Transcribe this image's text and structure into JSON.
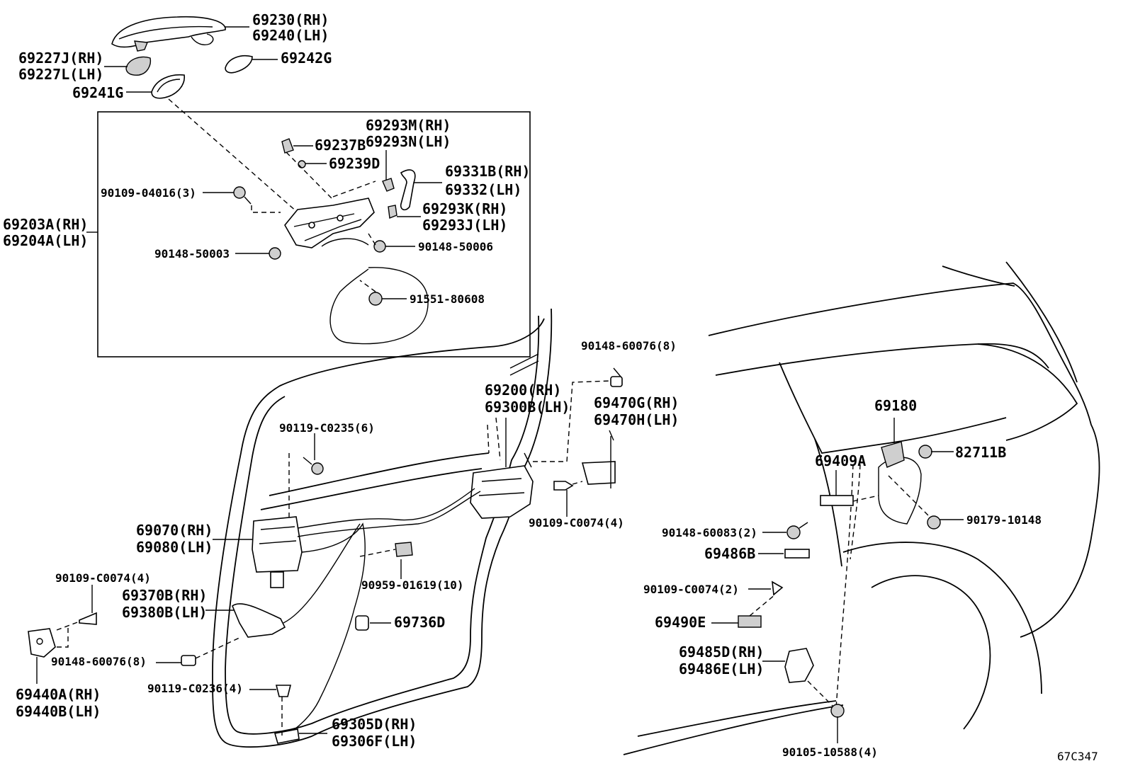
{
  "diagram_id": "67C347",
  "labels": {
    "handle_outer": [
      "69230(RH)",
      "69240(LH)"
    ],
    "handle_cap": [
      "69227J(RH)",
      "69227L(LH)"
    ],
    "p69242g": "69242G",
    "p69241g": "69241G",
    "frame_assy": [
      "69203A(RH)",
      "69204A(LH)"
    ],
    "p69237b": "69237B",
    "p69239d": "69239D",
    "p69293mn": [
      "69293M(RH)",
      "69293N(LH)"
    ],
    "p69331b": [
      "69331B(RH)",
      "69332(LH)"
    ],
    "p69293kj": [
      "69293K(RH)",
      "69293J(LH)"
    ],
    "bolt_04016": "90109-04016(3)",
    "bolt_50003": "90148-50003",
    "bolt_50006": "90148-50006",
    "clip_80608": "91551-80608",
    "bolt_60076_top": "90148-60076(8)",
    "lock_assy": [
      "69200(RH)",
      "69300B(LH)"
    ],
    "striker": [
      "69470G(RH)",
      "69470H(LH)"
    ],
    "screw_c0074_a": "90109-C0074(4)",
    "bolt_c0235": "90119-C0235(6)",
    "control": [
      "69070(RH)",
      "69080(LH)"
    ],
    "clip_01619": "90959-01619(10)",
    "screw_c0074_b": "90109-C0074(4)",
    "hinge_lower": [
      "69370B(RH)",
      "69380B(LH)"
    ],
    "p69736d": "69736D",
    "bolt_60076_b": "90148-60076(8)",
    "bolt_c0236": "90119-C0236(4)",
    "plate": [
      "69440A(RH)",
      "69440B(LH)"
    ],
    "p69305": [
      "69305D(RH)",
      "69306F(LH)"
    ],
    "p69180": "69180",
    "p82711b": "82711B",
    "p69409a": "69409A",
    "bolt_10148": "90179-10148",
    "bolt_60083": "90148-60083(2)",
    "p69486b": "69486B",
    "screw_c0074_c": "90109-C0074(2)",
    "p69490e": "69490E",
    "p69485": [
      "69485D(RH)",
      "69486E(LH)"
    ],
    "bolt_10588": "90105-10588(4)"
  }
}
